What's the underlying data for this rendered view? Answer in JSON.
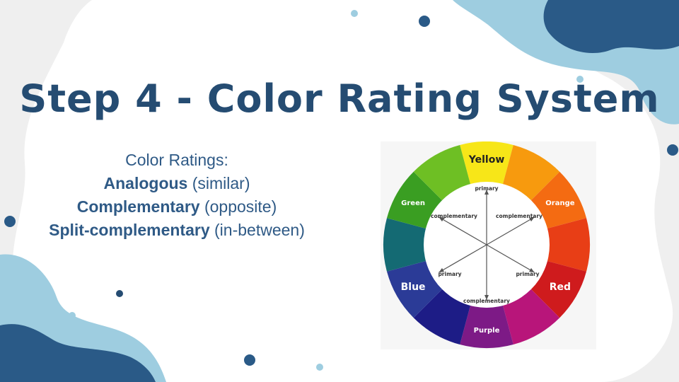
{
  "slide": {
    "title": "Step 4 - Color Rating System",
    "ratings_heading": "Color Ratings:",
    "ratings": [
      {
        "term": "Analogous",
        "note": "(similar)"
      },
      {
        "term": "Complementary",
        "note": "(opposite)"
      },
      {
        "term": "Split-complementary",
        "note": "(in-between)"
      }
    ]
  },
  "colors": {
    "title": "#254c72",
    "body_text": "#2f5a86",
    "blob_dark": "#2a5a87",
    "blob_light": "#9ecde0"
  },
  "color_wheel": {
    "segments": [
      {
        "label": "Yellow",
        "color": "#f7e618"
      },
      {
        "label": "",
        "color": "#f79a0e"
      },
      {
        "label": "Orange",
        "color": "#f46b12"
      },
      {
        "label": "",
        "color": "#e83e16"
      },
      {
        "label": "Red",
        "color": "#cf1b1d"
      },
      {
        "label": "",
        "color": "#b8157a"
      },
      {
        "label": "Purple",
        "color": "#7d1a86"
      },
      {
        "label": "",
        "color": "#1d1c86"
      },
      {
        "label": "Blue",
        "color": "#2b3b97"
      },
      {
        "label": "",
        "color": "#146a73"
      },
      {
        "label": "Green",
        "color": "#3a9e22"
      },
      {
        "label": "",
        "color": "#6ebf24"
      }
    ],
    "arrow_labels": {
      "top": "primary",
      "upper_left": "complementary",
      "upper_right": "complementary",
      "lower_left": "primary",
      "lower_right": "primary",
      "bottom": "complementary"
    }
  }
}
